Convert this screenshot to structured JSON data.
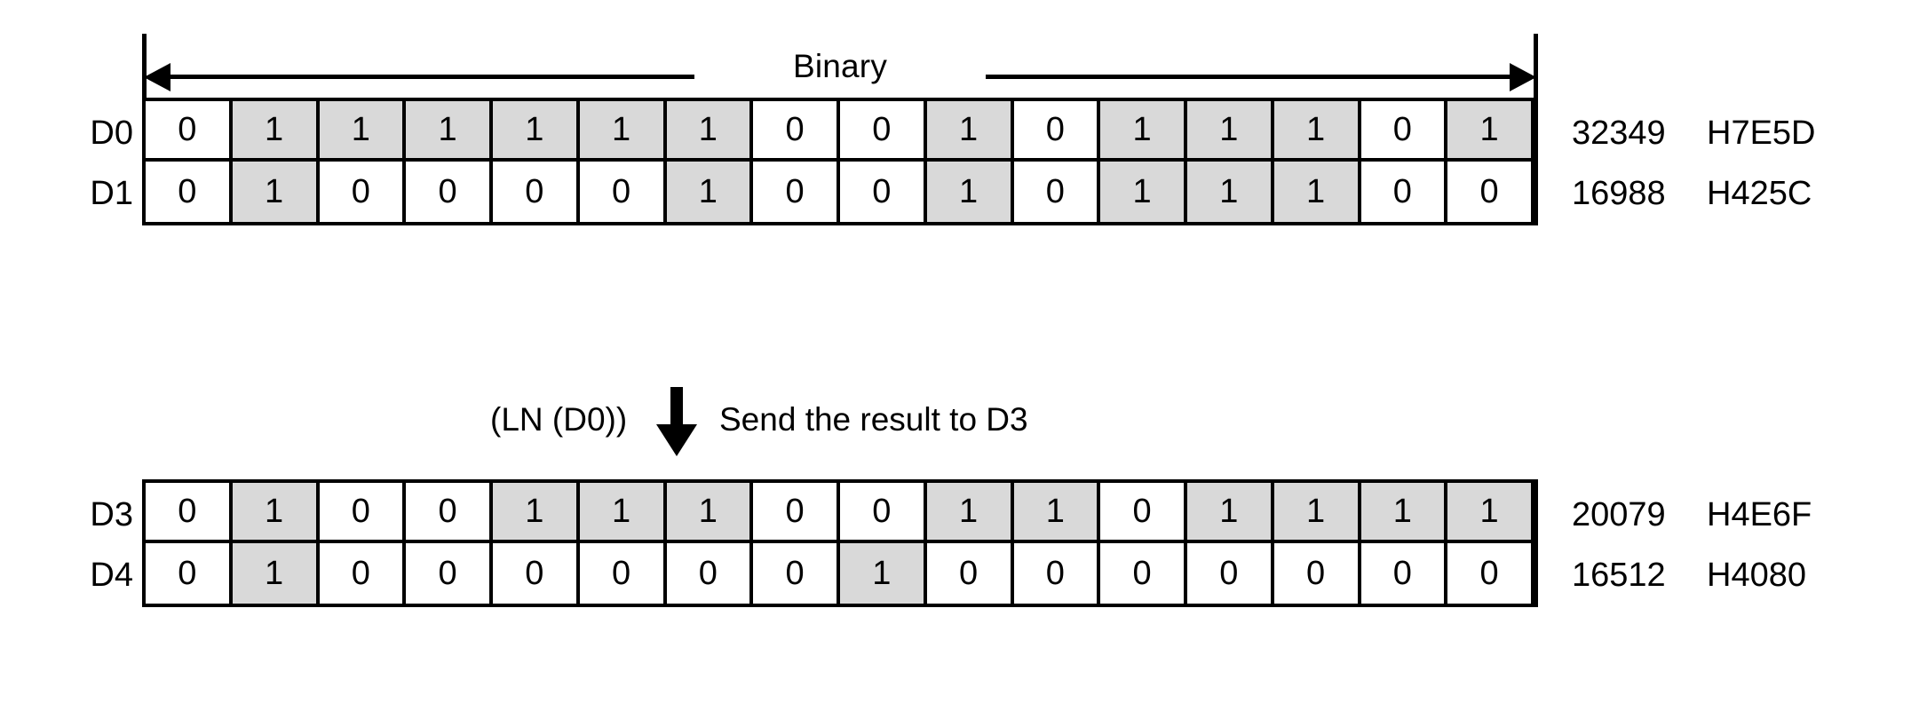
{
  "axis": {
    "label": "Binary",
    "left_arrow_icon": "arrow-left-icon",
    "right_arrow_icon": "arrow-right-icon"
  },
  "operation": {
    "expression": "(LN (D0))",
    "arrow_icon": "arrow-down-icon",
    "note": "Send the result to D3"
  },
  "colors": {
    "shaded_cell": "#d9d9d9",
    "cell": "#ffffff",
    "line": "#000000",
    "text": "#000000"
  },
  "tables": [
    {
      "id": "source-table",
      "rows": [
        {
          "label": "D0",
          "bits": [
            "0",
            "1",
            "1",
            "1",
            "1",
            "1",
            "1",
            "0",
            "0",
            "1",
            "0",
            "1",
            "1",
            "1",
            "0",
            "1"
          ],
          "shaded": [
            false,
            true,
            true,
            true,
            true,
            true,
            true,
            false,
            false,
            true,
            false,
            true,
            true,
            true,
            false,
            true
          ],
          "decimal": "32349",
          "hex": "H7E5D"
        },
        {
          "label": "D1",
          "bits": [
            "0",
            "1",
            "0",
            "0",
            "0",
            "0",
            "1",
            "0",
            "0",
            "1",
            "0",
            "1",
            "1",
            "1",
            "0",
            "0"
          ],
          "shaded": [
            false,
            true,
            false,
            false,
            false,
            false,
            true,
            false,
            false,
            true,
            false,
            true,
            true,
            true,
            false,
            false
          ],
          "decimal": "16988",
          "hex": "H425C"
        }
      ]
    },
    {
      "id": "result-table",
      "rows": [
        {
          "label": "D3",
          "bits": [
            "0",
            "1",
            "0",
            "0",
            "1",
            "1",
            "1",
            "0",
            "0",
            "1",
            "1",
            "0",
            "1",
            "1",
            "1",
            "1"
          ],
          "shaded": [
            false,
            true,
            false,
            false,
            true,
            true,
            true,
            false,
            false,
            true,
            true,
            false,
            true,
            true,
            true,
            true
          ],
          "decimal": "20079",
          "hex": "H4E6F"
        },
        {
          "label": "D4",
          "bits": [
            "0",
            "1",
            "0",
            "0",
            "0",
            "0",
            "0",
            "0",
            "1",
            "0",
            "0",
            "0",
            "0",
            "0",
            "0",
            "0"
          ],
          "shaded": [
            false,
            true,
            false,
            false,
            false,
            false,
            false,
            false,
            true,
            false,
            false,
            false,
            false,
            false,
            false,
            false
          ],
          "decimal": "16512",
          "hex": "H4080"
        }
      ]
    }
  ]
}
